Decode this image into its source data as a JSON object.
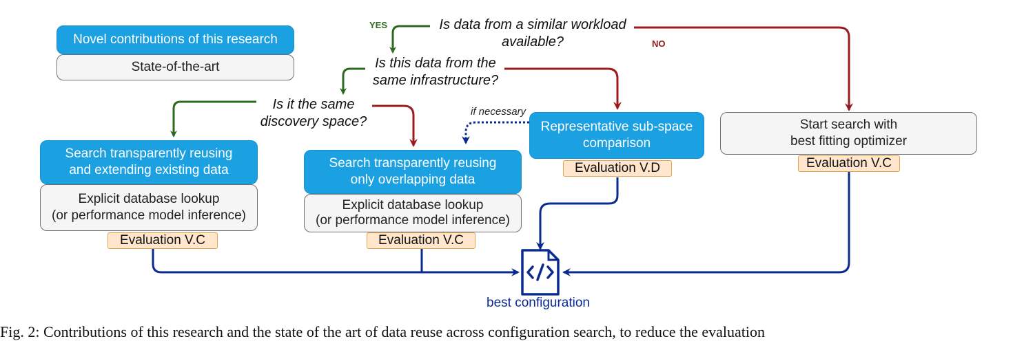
{
  "legend": {
    "novel": "Novel contributions of this research",
    "sota": "State-of-the-art"
  },
  "questions": {
    "q1_line1": "Is data from a similar workload",
    "q1_line2": "available?",
    "q2_line1": "Is this data from the",
    "q2_line2": "same infrastructure?",
    "q3_line1": "Is it the same",
    "q3_line2": "discovery space?"
  },
  "branch_labels": {
    "yes": "YES",
    "no": "NO",
    "if_necessary": "if necessary"
  },
  "boxes": {
    "reuse_extend_line1": "Search transparently reusing",
    "reuse_extend_line2": "and extending existing data",
    "lookup1_line1": "Explicit database lookup",
    "lookup1_line2": "(or performance model inference)",
    "eval1": "Evaluation V.C",
    "reuse_overlap_line1": "Search transparently reusing",
    "reuse_overlap_line2": "only overlapping data",
    "lookup2_line1": "Explicit database lookup",
    "lookup2_line2": "(or performance model inference)",
    "eval2": "Evaluation V.C",
    "subspace_line1": "Representative sub-space",
    "subspace_line2": "comparison",
    "eval3": "Evaluation V.D",
    "start_line1": "Start search with",
    "start_line2": "best fitting optimizer",
    "eval4": "Evaluation V.C"
  },
  "result": {
    "label": "best configuration",
    "icon": "code-file-icon"
  },
  "caption": "Fig. 2: Contributions of this research and the state of the art of data reuse across configuration search, to reduce the evaluation",
  "colors": {
    "yes_arrow": "#2d6a1f",
    "no_arrow": "#9b1c1c",
    "result_arrow": "#0b2a8f",
    "blue_box": "#1ba1e2",
    "eval_box": "#ffe6cc"
  }
}
